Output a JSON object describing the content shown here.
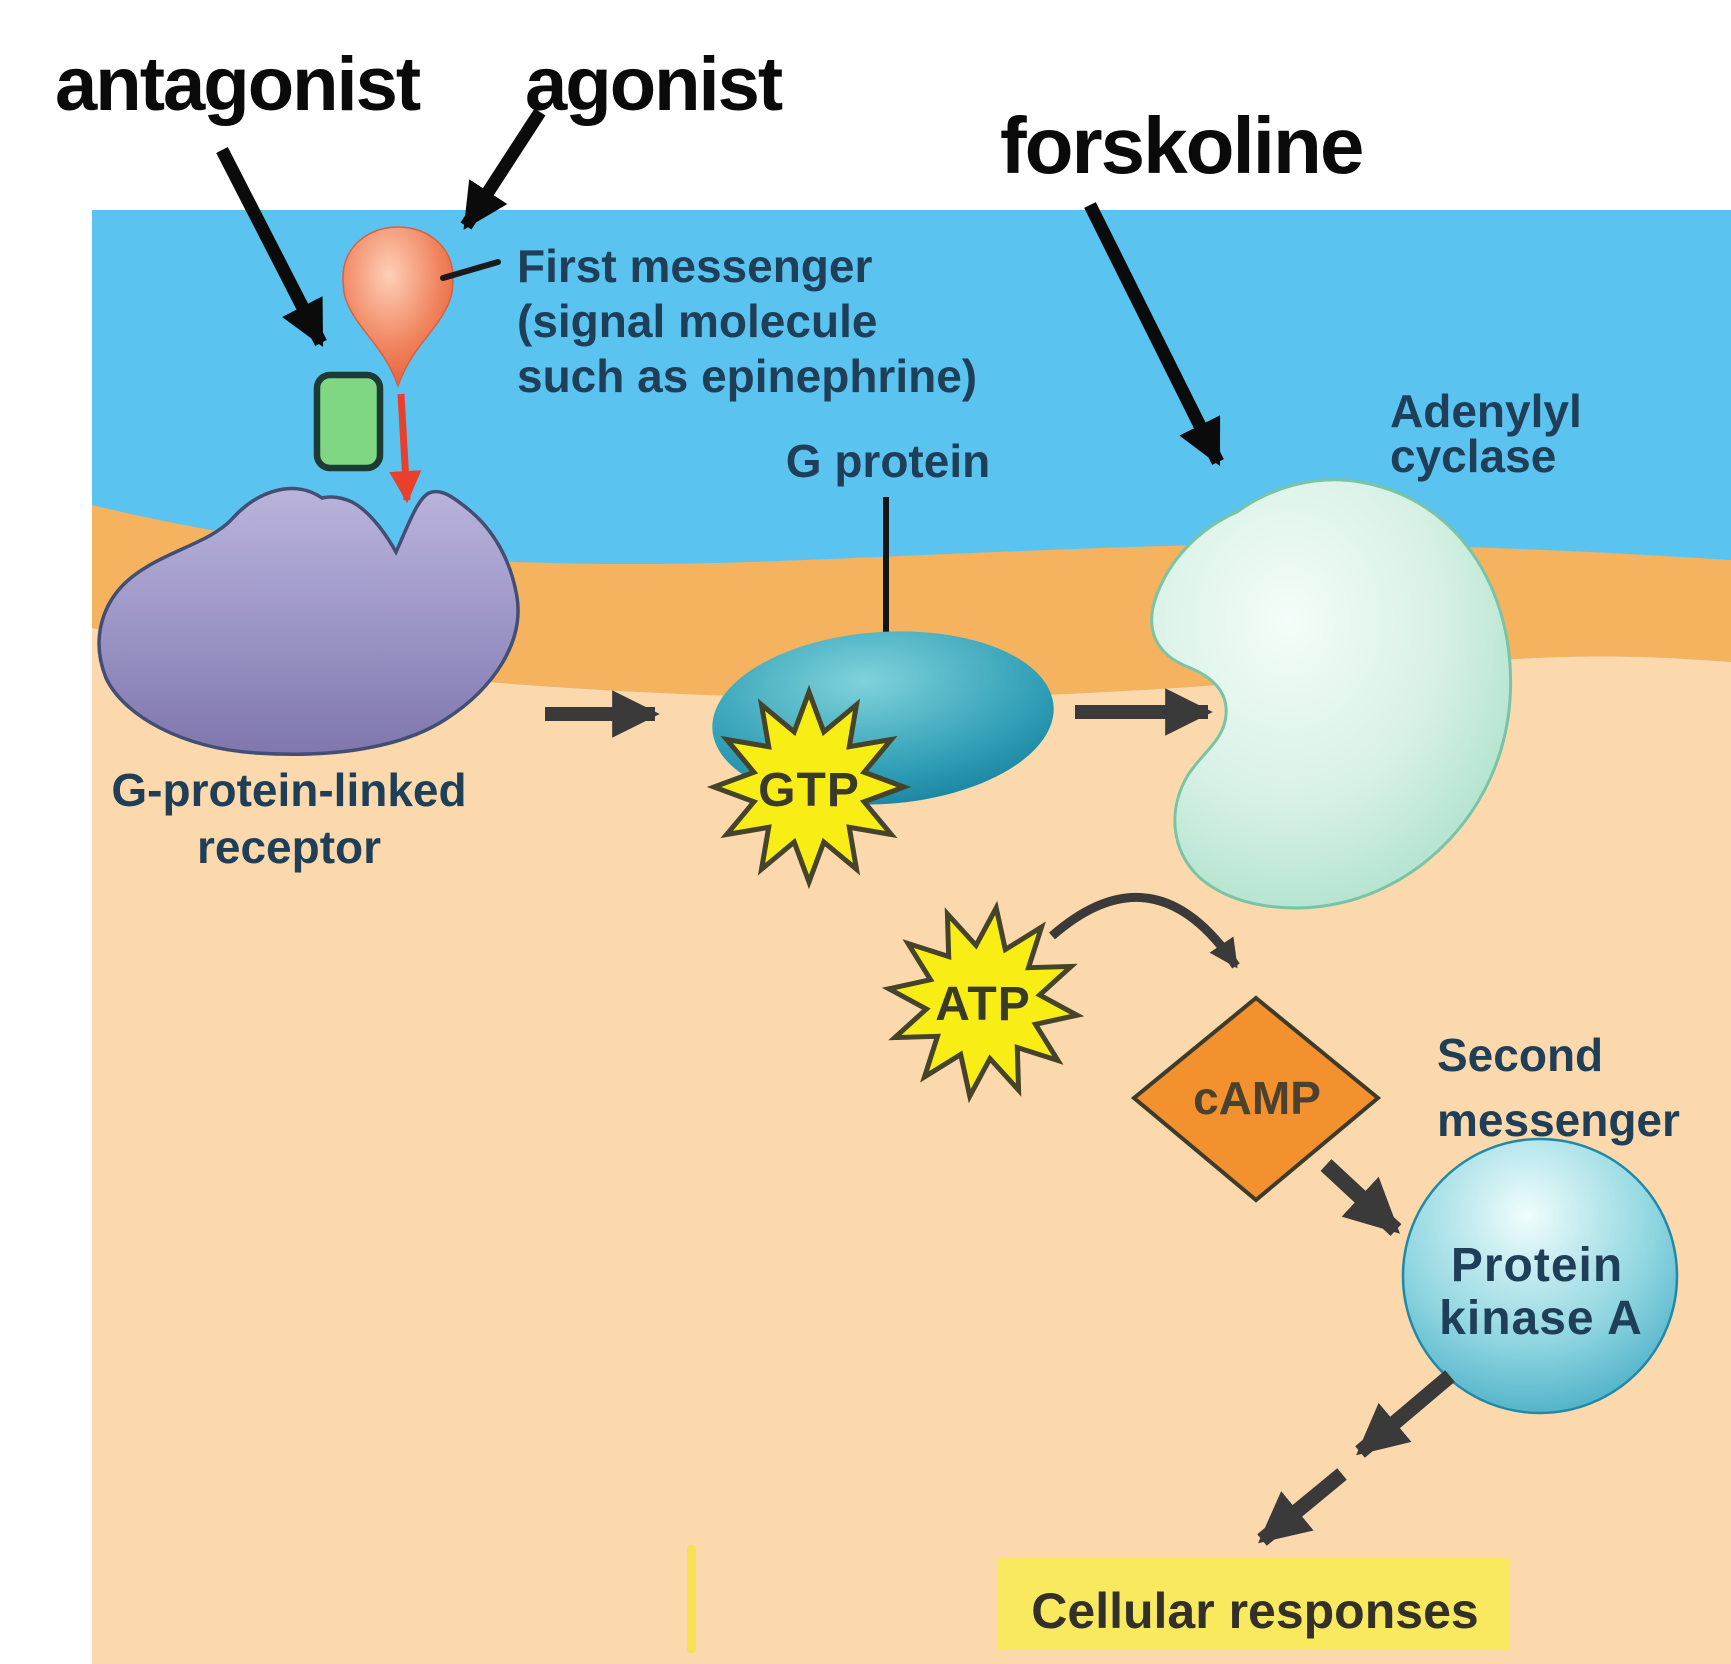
{
  "annotations": {
    "antagonist": "antagonist",
    "agonist": "agonist",
    "forskoline": "forskoline"
  },
  "labels": {
    "first_messenger": [
      "First messenger",
      "(signal molecule",
      "such as epinephrine)"
    ],
    "g_protein": "G protein",
    "adenylyl_cyclase": [
      "Adenylyl",
      "cyclase"
    ],
    "receptor": [
      "G-protein-linked",
      "receptor"
    ],
    "gtp": "GTP",
    "atp": "ATP",
    "camp": "cAMP",
    "second_messenger": [
      "Second",
      "messenger"
    ],
    "protein_kinase_a": [
      "Protein",
      "kinase A"
    ],
    "cellular_responses": "Cellular responses"
  },
  "colors": {
    "extracellular_blue": "#5bc3ef",
    "membrane_orange": "#f5b25f",
    "cytoplasm_peach": "#fcd9ad",
    "starburst_yellow": "#f8ee15",
    "starburst_outline": "#45432a",
    "camp_orange": "#f3912f",
    "responses_yellow": "#f8e95f",
    "antagonist_green": "#7fd781",
    "label_navy": "#1f3e57",
    "star_text": "#3b3a26",
    "camp_text": "#4a4130",
    "responses_text": "#33302a",
    "arrow_dark": "#3a3a3a",
    "arrow_black": "#0b0b0b",
    "red_arrow": "#e8402c"
  }
}
